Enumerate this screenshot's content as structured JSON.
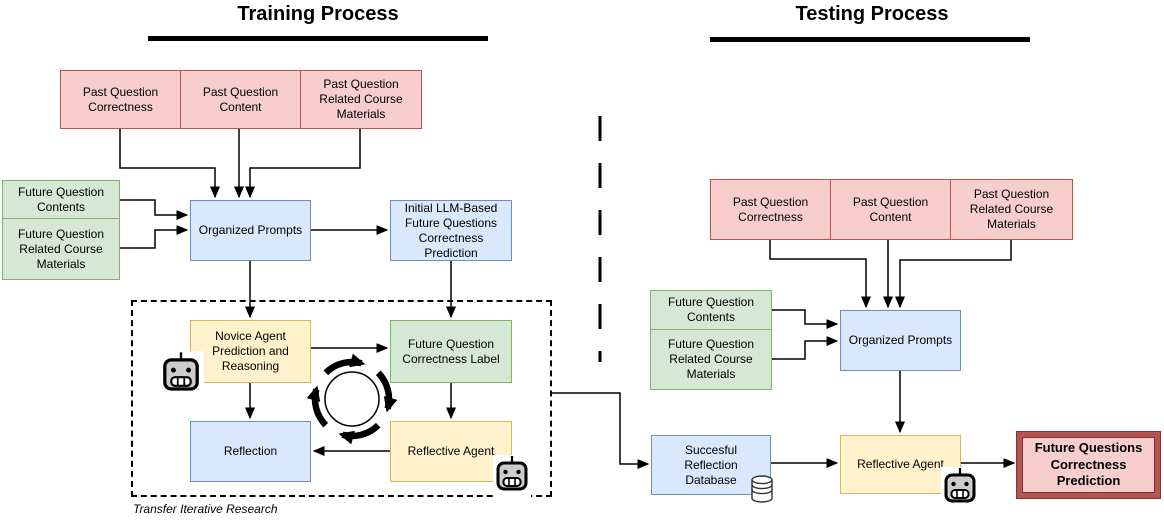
{
  "palette": {
    "red_fill": "#f8cecc",
    "red_stroke": "#b85450",
    "green_fill": "#d5e8d4",
    "green_stroke": "#82b366",
    "blue_fill": "#dae8fc",
    "blue_stroke": "#6c8ebf",
    "yellow_fill": "#fff2cc",
    "yellow_stroke": "#d6b656",
    "line_color": "#000000"
  },
  "training": {
    "title": "Training Process",
    "past_inputs": [
      "Past Question Correctness",
      "Past Question Content",
      "Past Question Related Course Materials"
    ],
    "future_inputs": [
      "Future Question Contents",
      "Future Question Related Course Materials"
    ],
    "nodes": {
      "organized_prompts": "Organized Prompts",
      "initial_prediction": "Initial LLM-Based Future Questions Correctness Prediction",
      "novice_agent": "Novice Agent Prediction and Reasoning",
      "correctness_label": "Future Question Correctness Label",
      "reflection": "Reflection",
      "reflective_agent": "Reflective Agent"
    },
    "loop_caption": "Transfer Iterative Research"
  },
  "testing": {
    "title": "Testing Process",
    "past_inputs": [
      "Past Question Correctness",
      "Past Question Content",
      "Past Question Related Course Materials"
    ],
    "future_inputs": [
      "Future Question Contents",
      "Future Question Related Course Materials"
    ],
    "nodes": {
      "organized_prompts": "Organized Prompts",
      "reflection_database": "Succesful Reflection Database",
      "reflective_agent": "Reflective Agent",
      "final_prediction": "Future Questions Correctness Prediction"
    }
  },
  "icons": {
    "robot": "robot-icon",
    "cycle": "cycle-arrows-icon",
    "database": "database-cylinder-icon"
  }
}
